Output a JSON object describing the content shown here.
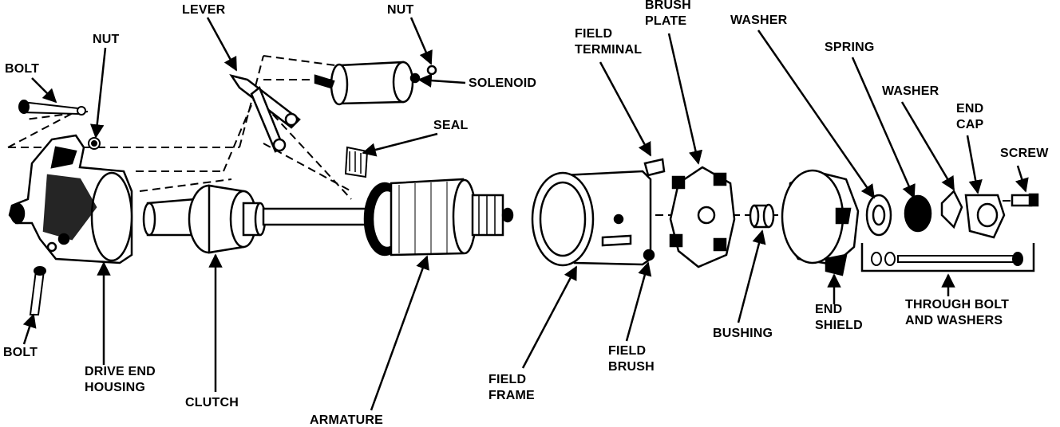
{
  "diagram": {
    "labels": {
      "bolt_top": [
        "BOLT"
      ],
      "nut_left": [
        "NUT"
      ],
      "lever": [
        "LEVER"
      ],
      "nut_top": [
        "NUT"
      ],
      "solenoid": [
        "SOLENOID"
      ],
      "seal": [
        "SEAL"
      ],
      "field_terminal": [
        "FIELD",
        "TERMINAL"
      ],
      "brush_plate": [
        "BRUSH",
        "PLATE"
      ],
      "washer_top": [
        "WASHER"
      ],
      "spring": [
        "SPRING"
      ],
      "washer_right": [
        "WASHER"
      ],
      "end_cap": [
        "END",
        "CAP"
      ],
      "screw": [
        "SCREW"
      ],
      "bolt_bottom": [
        "BOLT"
      ],
      "drive_end_housing": [
        "DRIVE END",
        "HOUSING"
      ],
      "clutch": [
        "CLUTCH"
      ],
      "armature": [
        "ARMATURE"
      ],
      "field_frame": [
        "FIELD",
        "FRAME"
      ],
      "field_brush": [
        "FIELD",
        "BRUSH"
      ],
      "bushing": [
        "BUSHING"
      ],
      "end_shield": [
        "END",
        "SHIELD"
      ],
      "through_bolt": [
        "THROUGH BOLT",
        "AND WASHERS"
      ]
    }
  }
}
